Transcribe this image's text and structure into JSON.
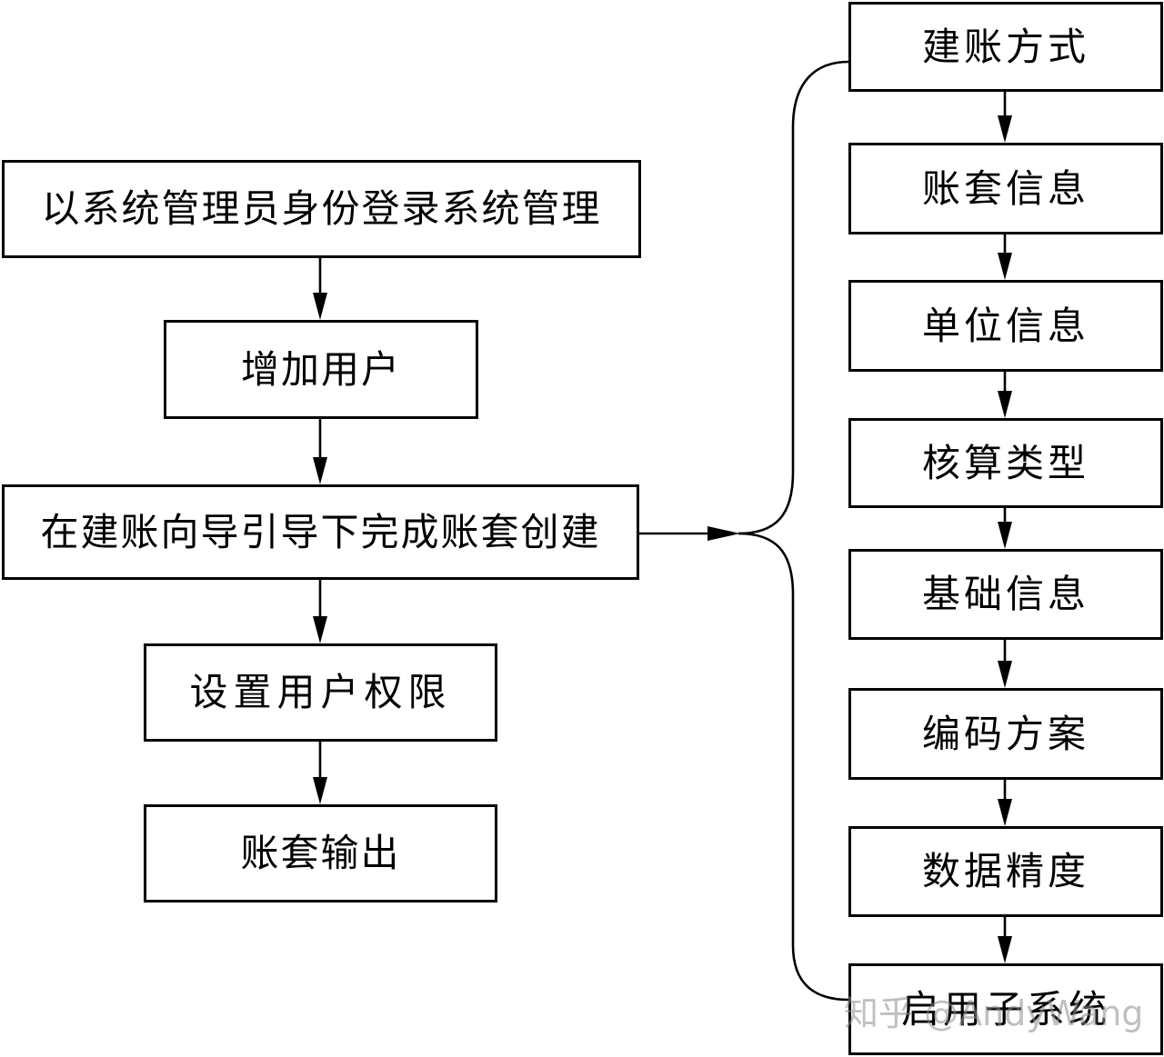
{
  "left_flow": [
    "以系统管理员身份登录系统管理",
    "增加用户",
    "在建账向导引导下完成账套创建",
    "设置用户权限",
    "账套输出"
  ],
  "right_flow": [
    "建账方式",
    "账套信息",
    "单位信息",
    "核算类型",
    "基础信息",
    "编码方案",
    "数据精度",
    "启用子系统"
  ],
  "watermark": "知乎 @AndyWang"
}
